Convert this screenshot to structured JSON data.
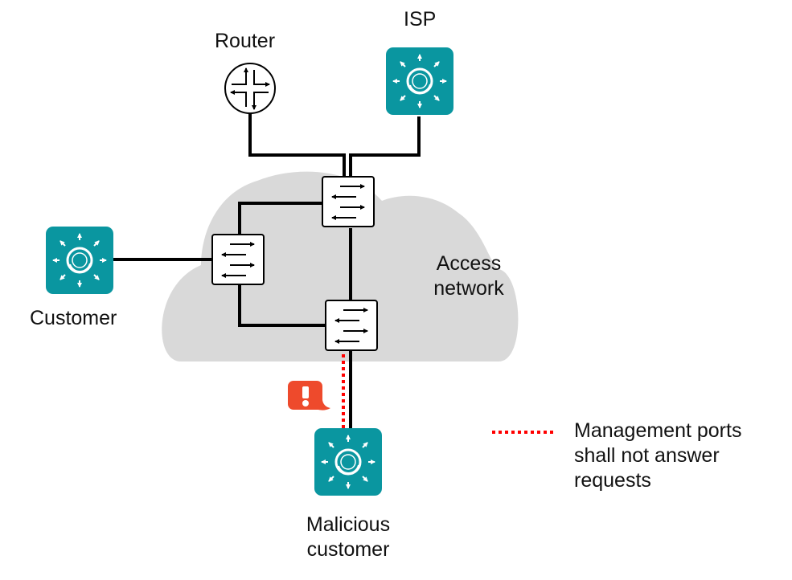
{
  "colors": {
    "device_teal": "#0A96A0",
    "cloud_fill": "#D9D9D9",
    "link": "#000000",
    "mgmt_link": "#FF0000",
    "alert": "#EE4A2C",
    "switch_fill": "#FFFFFF"
  },
  "nodes": {
    "router": {
      "label": "Router",
      "icon": "router-icon"
    },
    "isp": {
      "label": "ISP",
      "icon": "endpoint-device-icon"
    },
    "customer": {
      "label": "Customer",
      "icon": "endpoint-device-icon"
    },
    "malicious": {
      "label_line1": "Malicious",
      "label_line2": "customer",
      "icon": "endpoint-device-icon"
    },
    "switch_top": {
      "icon": "switch-icon"
    },
    "switch_left": {
      "icon": "switch-icon"
    },
    "switch_bottom": {
      "icon": "switch-icon"
    }
  },
  "cloud": {
    "label_line1": "Access",
    "label_line2": "network"
  },
  "alert": {
    "icon": "exclamation-icon",
    "symbol": "!"
  },
  "legend": {
    "line_style": "dotted-red",
    "text_line1": "Management ports",
    "text_line2": "shall not answer",
    "text_line3": "requests"
  }
}
